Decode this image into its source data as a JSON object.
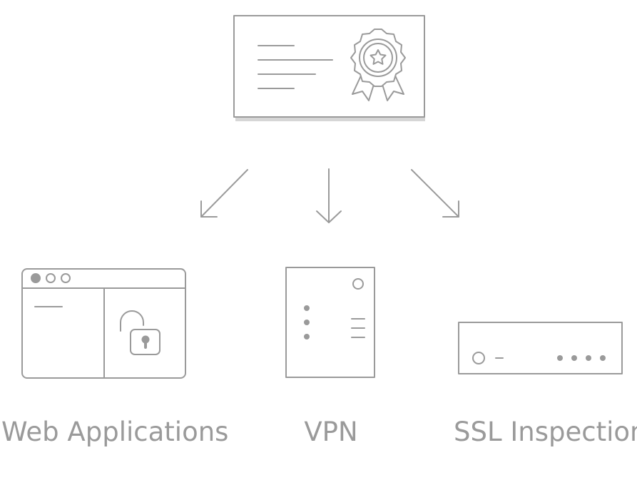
{
  "labels": {
    "web_applications": "Web Applications",
    "vpn": "VPN",
    "ssl_inspection": "SSL Inspection"
  },
  "icons": {
    "certificate": "certificate-icon",
    "award": "award-ribbon-icon",
    "browser": "browser-window-icon",
    "lock": "unlocked-padlock-icon",
    "vpn_device": "vpn-appliance-icon",
    "ssl_device": "ssl-appliance-icon"
  },
  "colors": {
    "stroke": "#9a9a9a",
    "label": "#9a9a9a",
    "shadow": "#d6d6d6"
  }
}
